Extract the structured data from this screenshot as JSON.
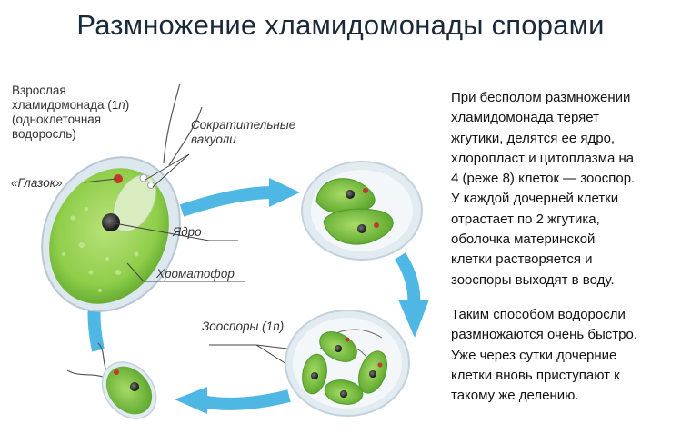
{
  "title": "Размножение хламидомонады спорами",
  "labels": {
    "adult_line1": "Взрослая",
    "adult_line2_pre": "хламидомонада (1",
    "adult_line2_n": "n",
    "adult_line2_post": ")",
    "adult_line3": "(одноклеточная",
    "adult_line4": "водоросль)",
    "vacuoles_line1": "Сократительные",
    "vacuoles_line2": "вакуоли",
    "eyespot": "«Глазок»",
    "nucleus": "Ядро",
    "chromatophore": "Хроматофор",
    "zoospores_pre": "Зооспоры (1",
    "zoospores_n": "n",
    "zoospores_post": ")"
  },
  "description": {
    "para1": [
      "При бесполом размножении",
      "хламидомонада теряет",
      "жгутики, делятся ее ядро,",
      "хлоропласт и цитоплазма на",
      "4 (реже 8) клеток — зооспор.",
      "У каждой дочерней клетки",
      "отрастает по 2 жгутика,",
      "оболочка материнской",
      "клетки растворяется и",
      "зооспоры выходят в воду."
    ],
    "para2": [
      "Таким способом водоросли",
      "размножаются очень быстро.",
      "Уже через сутки дочерние",
      "клетки вновь приступают к",
      "такому же делению."
    ]
  },
  "colors": {
    "arrow": "#4fb7e4",
    "cell_green": "#8fce4a",
    "cell_dark_green": "#4f9a2a",
    "membrane": "#dfe9ef",
    "eyespot": "#c0392b",
    "text": "#333333"
  }
}
